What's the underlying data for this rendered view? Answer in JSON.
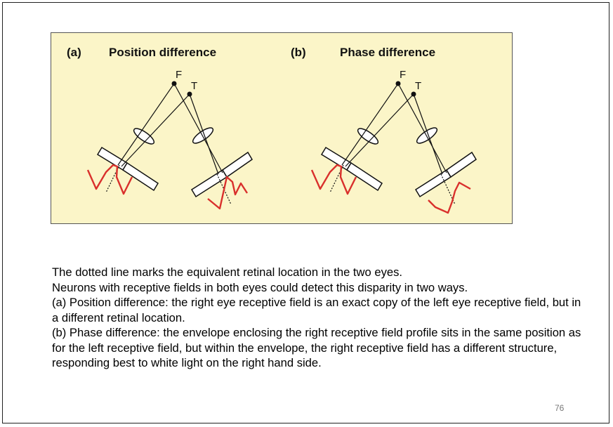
{
  "figure": {
    "panel_a": {
      "letter": "(a)",
      "title": "Position difference"
    },
    "panel_b": {
      "letter": "(b)",
      "title": "Phase difference"
    },
    "point_fixation": "F",
    "point_target": "T",
    "colors": {
      "background": "#fbf5c8",
      "profile": "#d9302c",
      "lines": "#111111"
    }
  },
  "caption": {
    "lines": [
      "The dotted line marks the equivalent retinal location in the two eyes.",
      "Neurons with receptive fields in both eyes could detect this disparity in two ways.",
      "(a) Position difference: the right eye receptive field is an exact copy of the left eye receptive field, but in a different retinal location.",
      "(b) Phase difference: the envelope enclosing the right receptive field profile sits in the same position as for the left receptive field, but within the envelope, the right receptive field has a different structure, responding best to white light on the right hand side."
    ]
  },
  "page_number": "76"
}
